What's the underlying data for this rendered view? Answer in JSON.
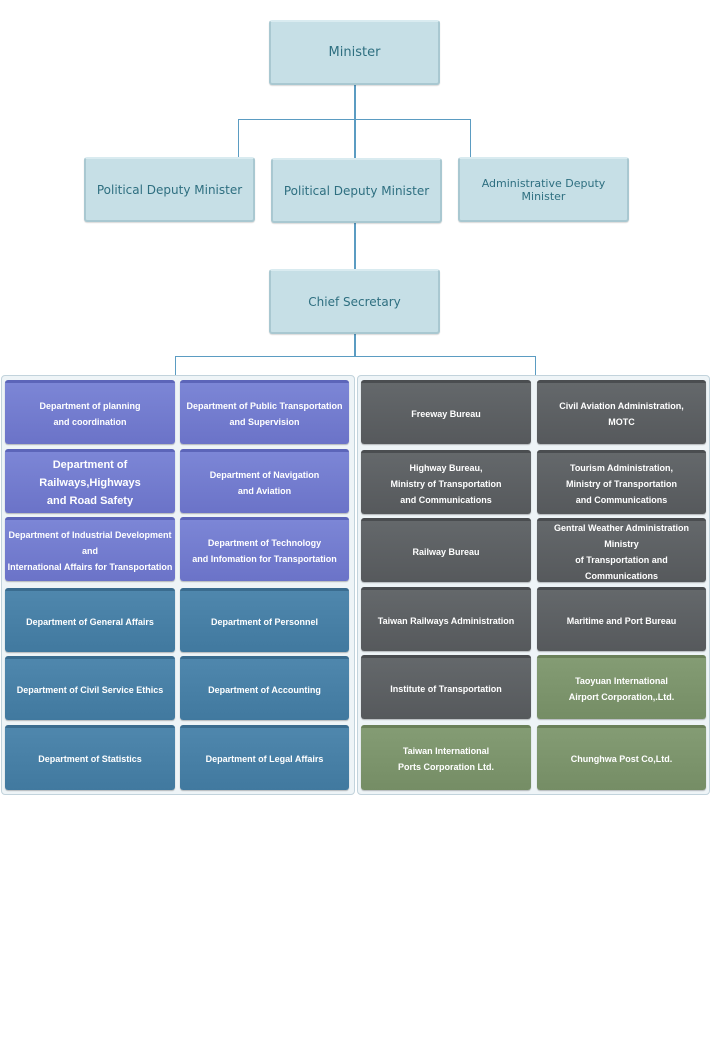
{
  "top": {
    "minister": "Minister",
    "political_deputy_1": "Political Deputy Minister",
    "political_deputy_2": "Political Deputy Minister",
    "administrative_deputy": "Administrative Deputy Minister",
    "chief_secretary": "Chief Secretary"
  },
  "departments": [
    "Department of planning\nand coordination",
    "Department of  Public Transportation\nand Supervision",
    "Department of Railways,Highways\nand Road Safety",
    "Department of Navigation\nand Aviation",
    "Department of Industrial Development\nand\nInternational Affairs for Transportation",
    "Department of Technology\nand Infomation for Transportation",
    "Department of General Affairs",
    "Department of Personnel",
    "Department of Civil Service Ethics",
    "Department of Accounting",
    "Department of Statistics",
    "Department of Legal Affairs"
  ],
  "agencies": [
    "Freeway Bureau",
    "Civil Aviation Administration,\nMOTC",
    "Highway Bureau,\nMinistry of Transportation\nand Communications",
    "Tourism Administration,\nMinistry of Transportation\nand Communications",
    "Railway Bureau",
    "Gentral Weather Administration Ministry\nof Transportation and Communications",
    "Taiwan Railways Administration",
    "Maritime and Port Bureau",
    "Institute of Transportation",
    "Taoyuan International\nAirport Corporation,.Ltd.",
    "Taiwan International\nPorts Corporation Ltd.",
    "Chunghwa Post Co,Ltd."
  ],
  "colors": {
    "top_box": "#c6dfe6",
    "connector": "#5b9cc2",
    "department_planning": "#6b73c8",
    "department_admin": "#41799f",
    "agency_grey": "#56595c",
    "agency_green": "#758d65"
  }
}
